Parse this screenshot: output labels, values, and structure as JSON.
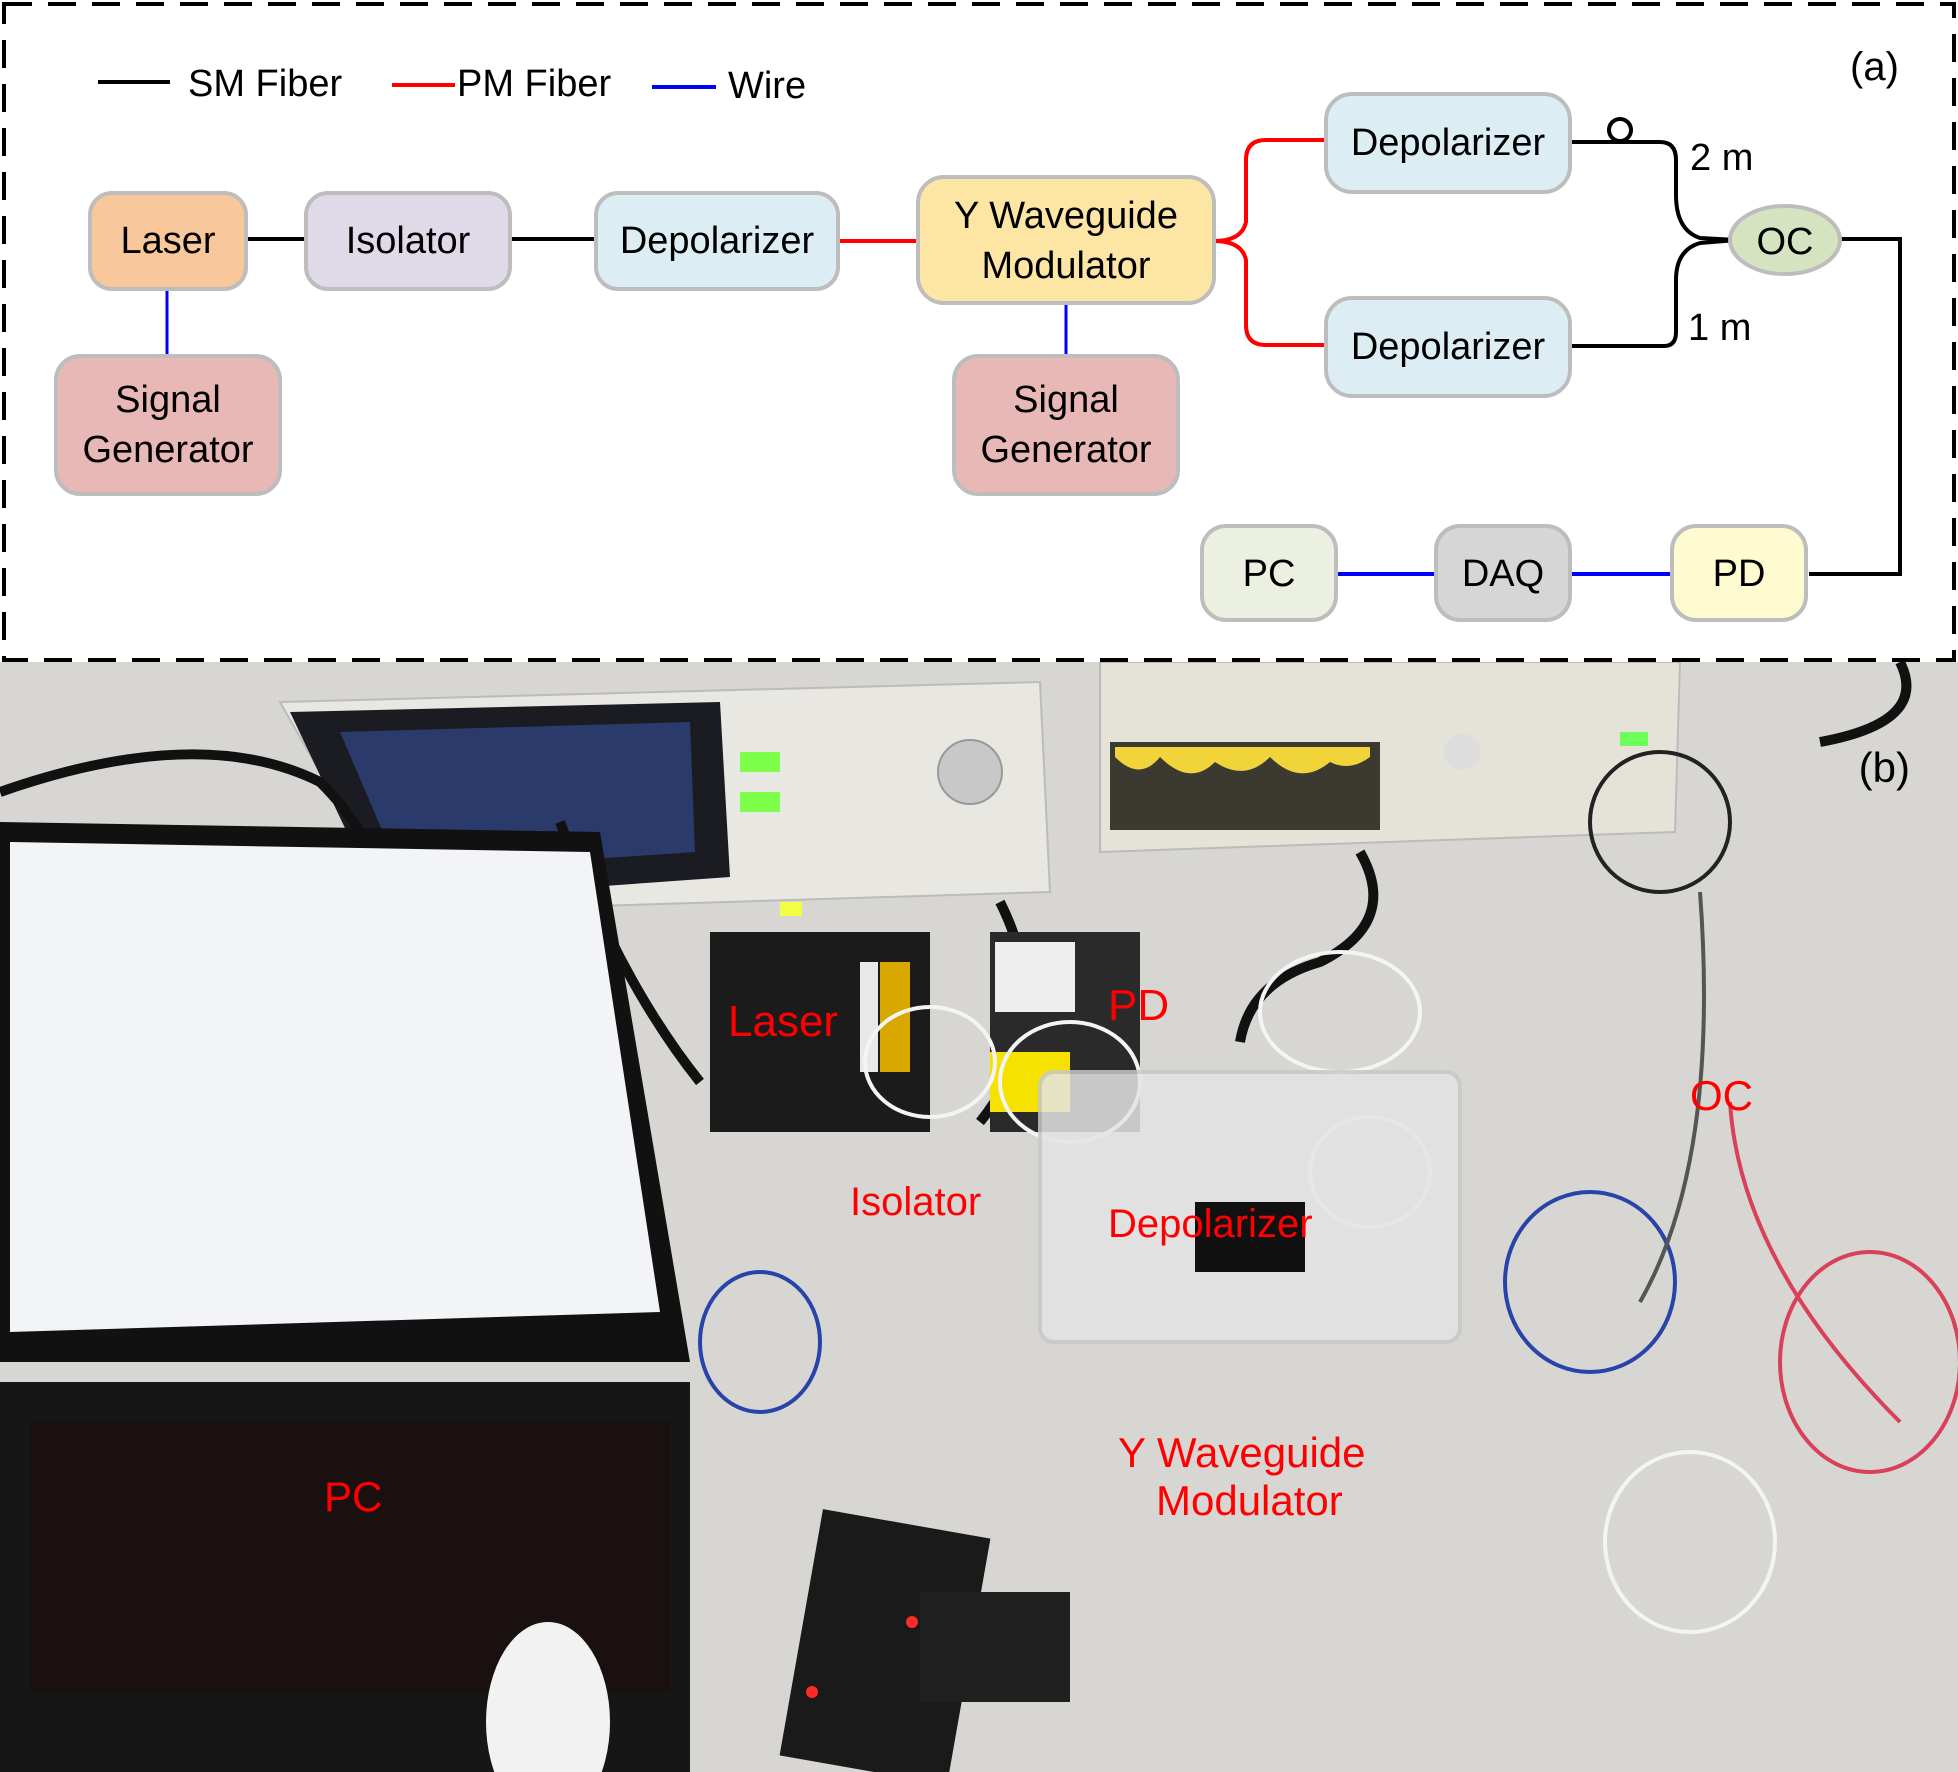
{
  "figure": {
    "panel_a": {
      "label": "(a)",
      "legend": [
        {
          "label": "SM Fiber",
          "color": "#000000"
        },
        {
          "label": "PM Fiber",
          "color": "#ff0000"
        },
        {
          "label": "Wire",
          "color": "#0000ff"
        }
      ],
      "nodes": {
        "laser": {
          "label": "Laser",
          "color": "#f8c89c"
        },
        "isolator": {
          "label": "Isolator",
          "color": "#e0dae8"
        },
        "depolarizer_1": {
          "label": "Depolarizer",
          "color": "#dcedf3"
        },
        "y_waveguide": {
          "label_line1": "Y Waveguide",
          "label_line2": "Modulator",
          "color": "#fde6a4"
        },
        "depolarizer_top": {
          "label": "Depolarizer",
          "color": "#dcedf3"
        },
        "depolarizer_bottom": {
          "label": "Depolarizer",
          "color": "#dcedf3"
        },
        "oc": {
          "label": "OC",
          "color": "#d6e3c1"
        },
        "signal_gen_1": {
          "label_line1": "Signal",
          "label_line2": "Generator",
          "color": "#e8b8b6"
        },
        "signal_gen_2": {
          "label_line1": "Signal",
          "label_line2": "Generator",
          "color": "#e8b8b6"
        },
        "pc": {
          "label": "PC",
          "color": "#ebf0e0"
        },
        "daq": {
          "label": "DAQ",
          "color": "#d6d6d6"
        },
        "pd": {
          "label": "PD",
          "color": "#fffbd0"
        }
      },
      "fiber_lengths": {
        "top": "2 m",
        "bottom": "1 m"
      },
      "border_color": "#bdbdbd"
    },
    "panel_b": {
      "label": "(b)",
      "annotations": {
        "laser": "Laser",
        "pd": "PD",
        "isolator": "Isolator",
        "depolarizer": "Depolarizer",
        "oc": "OC",
        "y_waveguide_line1": "Y Waveguide",
        "y_waveguide_line2": "Modulator",
        "pc": "PC"
      },
      "annotation_color": "#ff0000"
    }
  }
}
